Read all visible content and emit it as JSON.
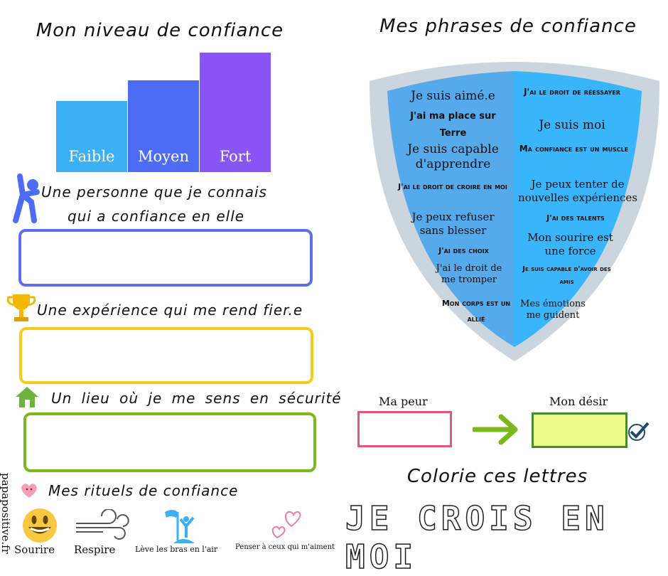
{
  "left": {
    "title": "Mon niveau de confiance",
    "levels": [
      {
        "label": "Faible",
        "color": "#3bb0f5"
      },
      {
        "label": "Moyen",
        "color": "#4d6cf5"
      },
      {
        "label": "Fort",
        "color": "#8a55f6"
      }
    ],
    "section1": {
      "line1": "Une personne que je connais",
      "line2": "qui a confiance en elle",
      "color": "#5b6ef0"
    },
    "section2": {
      "label": "Une expérience qui me rend fier.e",
      "color": "#f5cc1a"
    },
    "section3": {
      "label": "Un lieu où je me sens en sécurité",
      "color": "#7cb81a"
    },
    "rituals": {
      "title": "Mes rituels de confiance",
      "items": [
        "Sourire",
        "Respire",
        "Lève les bras en l'air",
        "Penser à ceux qui m'aiment"
      ]
    },
    "credit": "papapositive.fr"
  },
  "right": {
    "title": "Mes phrases de confiance",
    "left_phrases": [
      "Je suis aimé.e",
      "J'ai ma place sur Terre",
      "Je suis capable d'apprendre",
      "J'ai le droit de croire en moi",
      "Je peux refuser sans blesser",
      "J'ai des choix",
      "J'ai le droit de me tromper",
      "Mon corps est un allié"
    ],
    "right_phrases": [
      "J'ai le droit de réessayer",
      "Je suis moi",
      "Ma confiance est un muscle",
      "Je peux tenter de nouvelles expériences",
      "J'ai des talents",
      "Mon sourire est une force",
      "Je suis capable d'avoir des amis",
      "Mes émotions me guident"
    ],
    "fear_label": "Ma peur",
    "desire_label": "Mon désir",
    "color_title": "Colorie ces lettres",
    "color_letters": "JE CROIS EN MOI"
  }
}
